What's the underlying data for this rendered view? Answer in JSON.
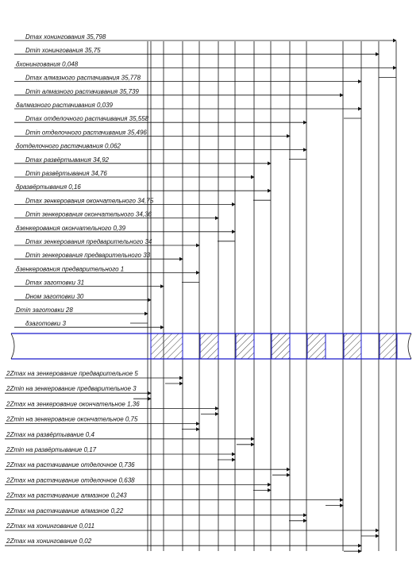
{
  "top_labels": [
    "Dmax хонингования 35,798",
    "Dmin хонингования 35,75",
    "δхонингования 0,048",
    "Dmax алмазного растачивания 35,778",
    "Dmin алмазного растачивания 35,739",
    "δалмазного растачивания 0,039",
    "Dmax отделочного растачивания 35,558",
    "Dmin отделочного растачивания 35,496",
    "δотделочного растачивания 0,062",
    "Dmax развёртывания 34,92",
    "Dmin развёртывания 34,76",
    "δразвёртывания 0,16",
    "Dmax зенкерования окончательного 34,75",
    "Dmin зенкерования окончательного 34,36",
    "δзенкерования окончательного 0,39",
    "Dmax зенкерования предварительного 34",
    "Dmin зенкерования предварительного 33",
    "δзенкерования предварительного 1",
    "Dmax заготовки 31",
    "Dном заготовки 30",
    "Dmin заготовки 28",
    "δзаготовки 3"
  ],
  "bottom_labels": [
    "2Zmax на зенкерование предварительное 5",
    "2Zmin на зенкерование предварительное 3",
    "2Zmax на зенкерование окончательное 1,36",
    "2Zmin на зенкерование окончательное 0,75",
    "2Zmax на развёртывание 0,4",
    "2Zmin на развёртывание 0,17",
    "2Zmax на растачивание отделочное 0,736",
    "2Zmax на растачивание отделочное 0,638",
    "2Zmax на растачивание алмазное 0,243",
    "2Zmax на растачивание алмазное 0,22",
    "2Zmax на хонингование 0,011",
    "2Zmax на хонингование 0,02"
  ],
  "colors": {
    "ink": "#111111",
    "band": "#1a1acc"
  }
}
